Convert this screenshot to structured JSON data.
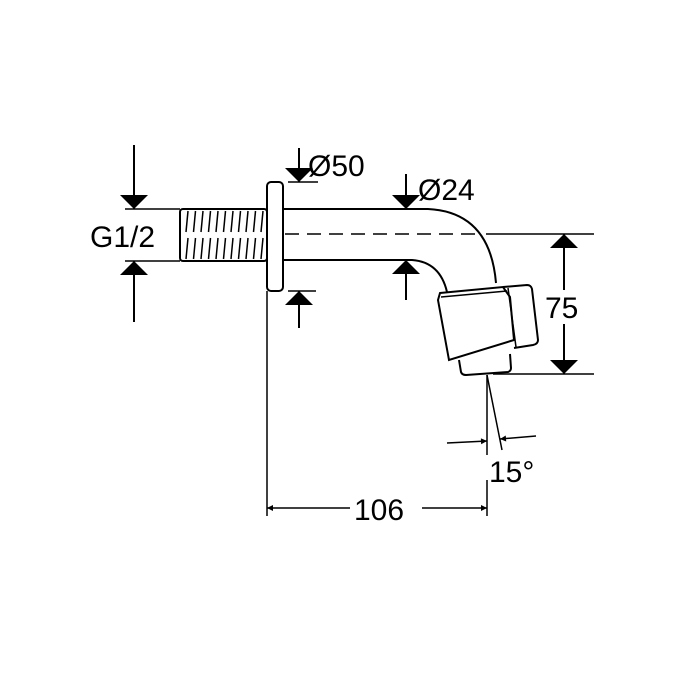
{
  "drawing": {
    "dimensions": {
      "thread": "G1/2",
      "flange_diameter": "Ø50",
      "pipe_diameter": "Ø24",
      "height": "75",
      "length": "106",
      "angle": "15°"
    },
    "colors": {
      "line": "#000000",
      "background": "#ffffff"
    }
  }
}
